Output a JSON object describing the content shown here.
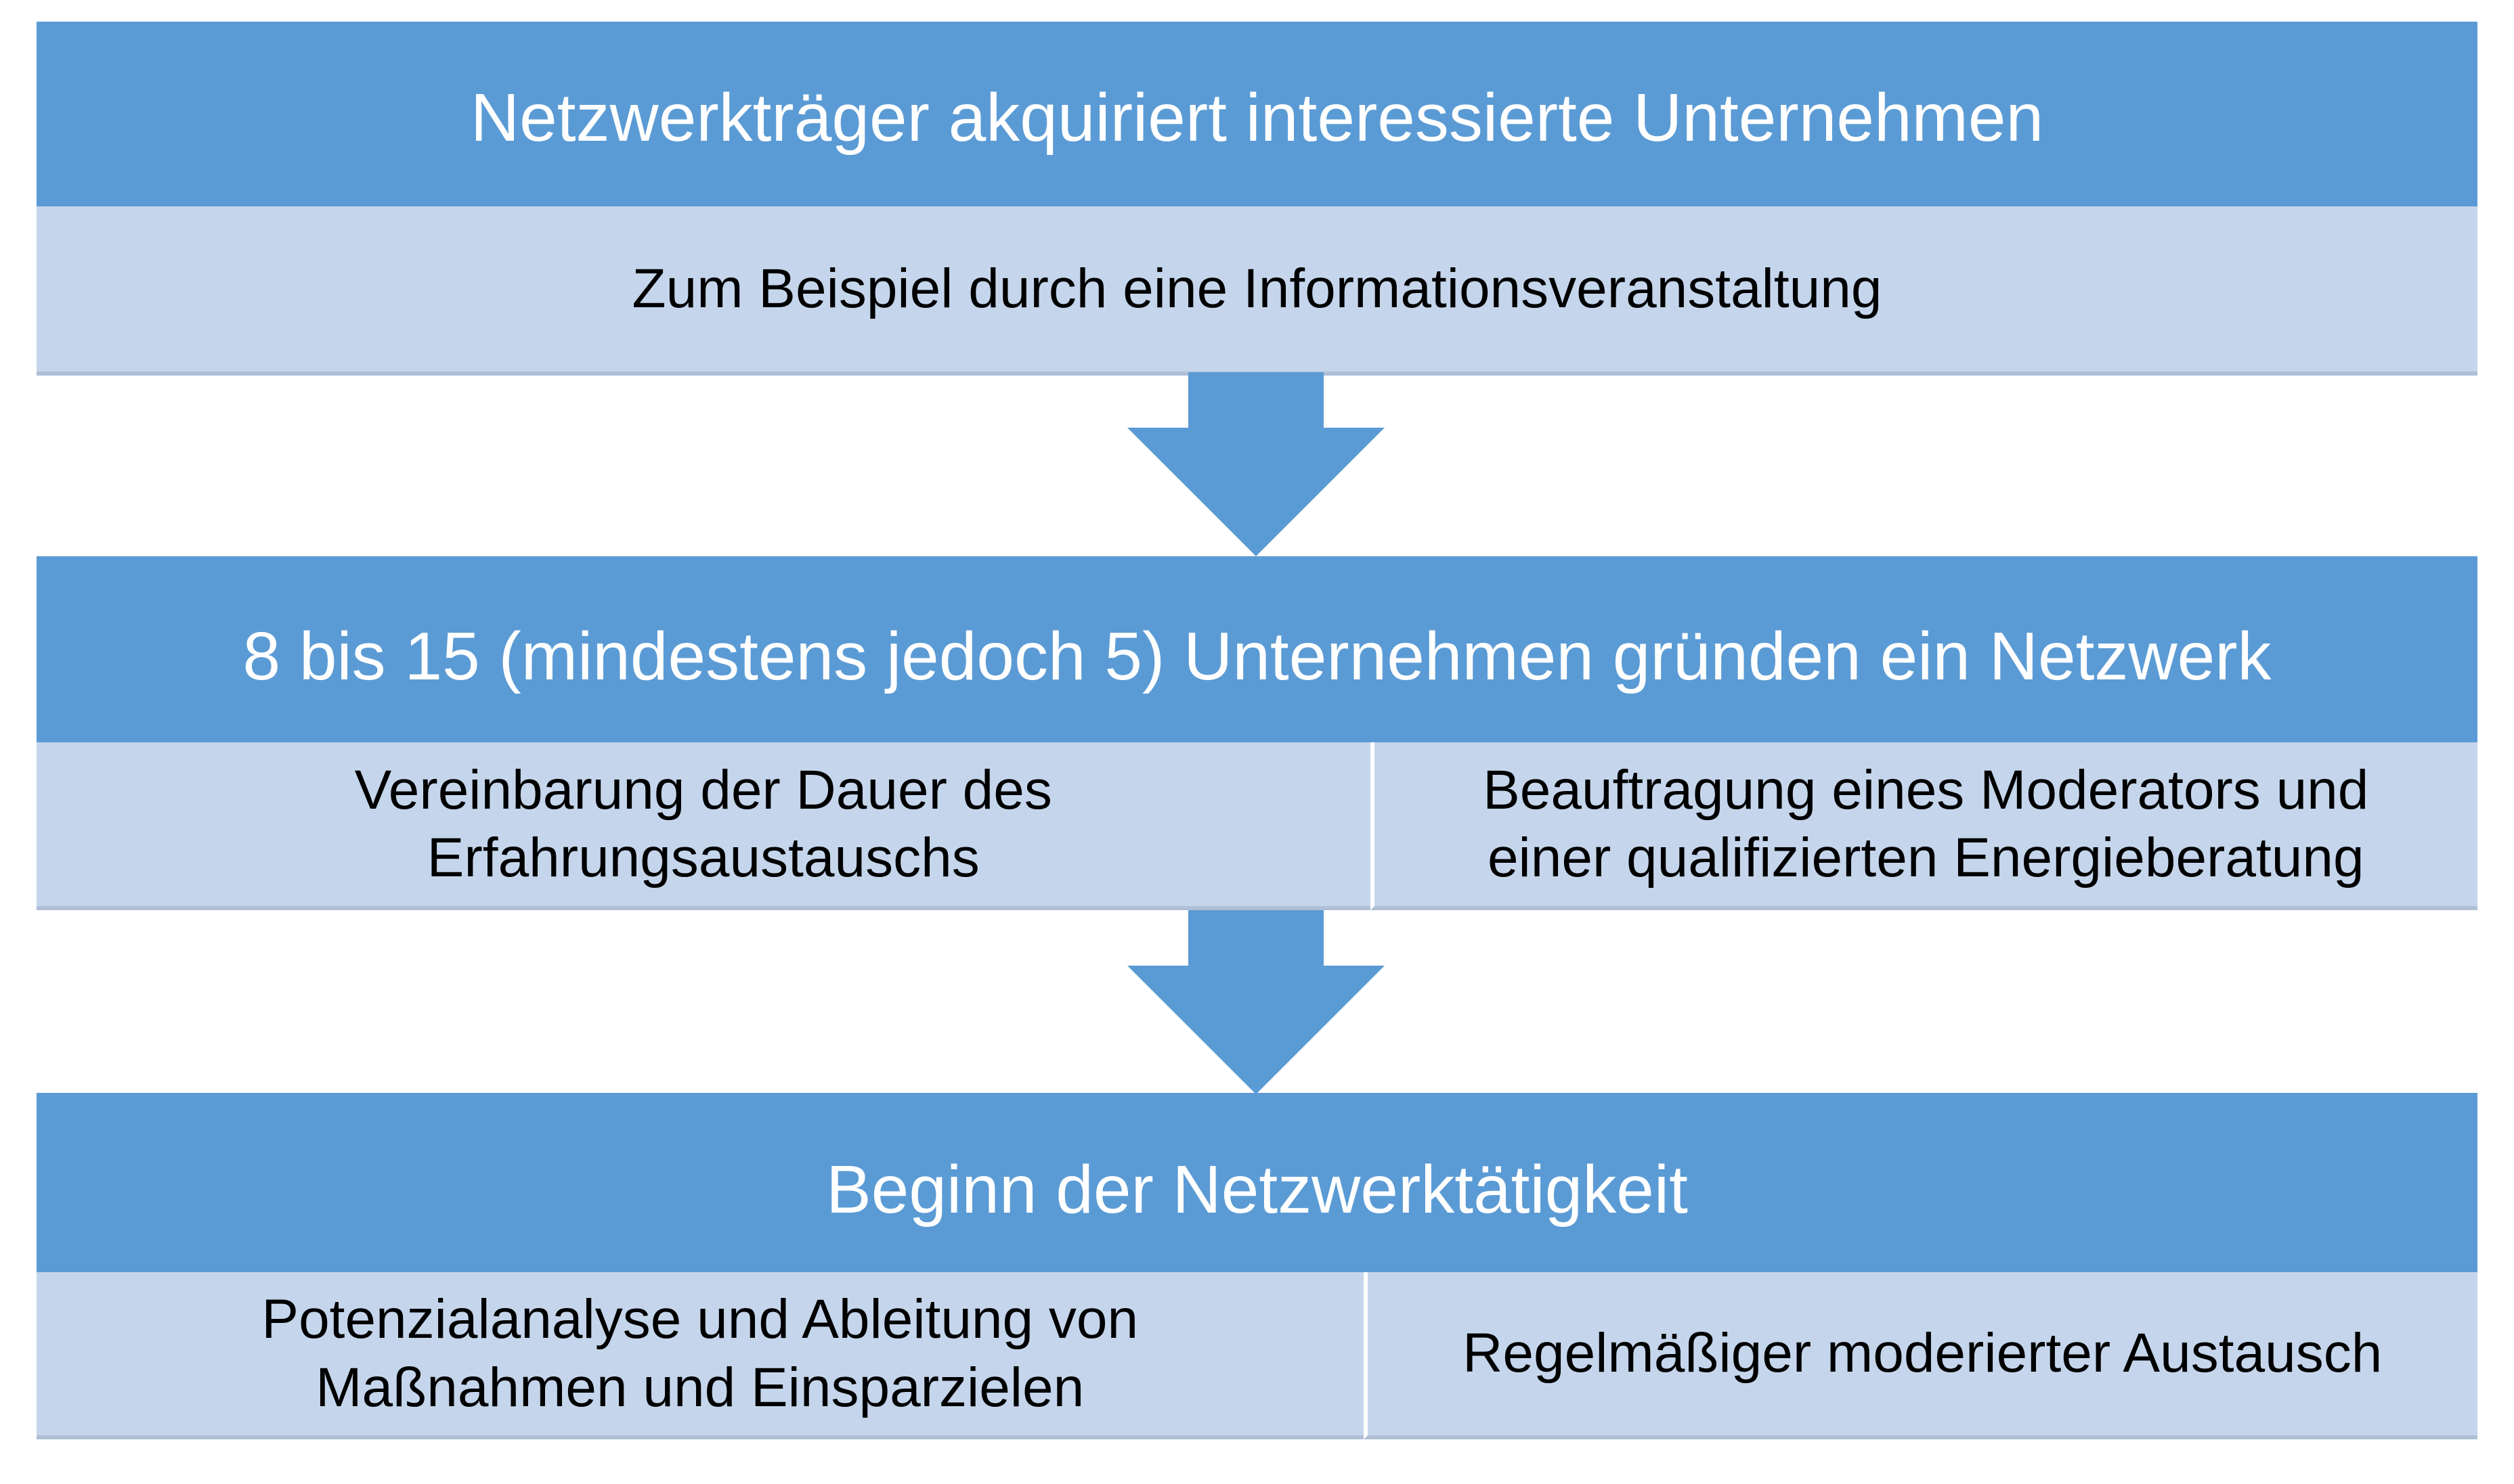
{
  "colors": {
    "header_fill": "#5b9bd5",
    "body_fill": "#c5d6ec",
    "arrow_fill": "#5b9bd5",
    "header_text": "#ffffff",
    "body_text": "#000000"
  },
  "stages": [
    {
      "title": "Netzwerkträger akquiriert interessierte Unternehmen",
      "details": [
        "Zum Beispiel durch eine Informationsveranstaltung"
      ]
    },
    {
      "title": "8 bis 15 (mindestens jedoch 5) Unternehmen gründen ein Netzwerk",
      "details": [
        "Vereinbarung der Dauer des Erfahrungsaustauschs",
        "Beauftragung eines Moderators und einer qualifizierten Energieberatung"
      ]
    },
    {
      "title": "Beginn der Netzwerktätigkeit",
      "details": [
        "Potenzialanalyse und Ableitung von Maßnahmen und Einsparzielen",
        "Regelmäßiger moderierter Austausch"
      ]
    }
  ]
}
